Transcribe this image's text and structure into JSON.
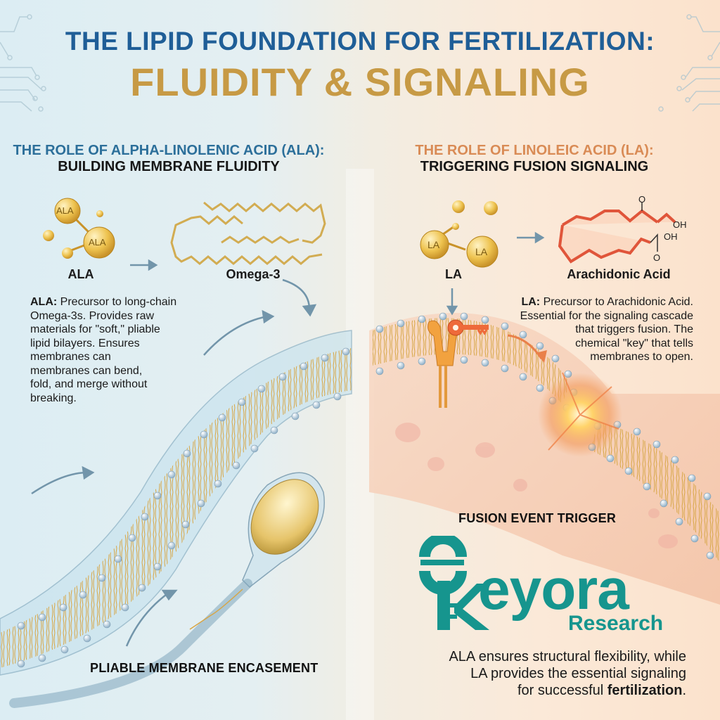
{
  "header": {
    "title_line1": "THE LIPID FOUNDATION FOR FERTILIZATION:",
    "title_line2": "FLUIDITY & SIGNALING"
  },
  "left_section": {
    "heading_line1": "THE ROLE OF ALPHA-LINOLENIC ACID (ALA):",
    "heading_line2": "BUILDING MEMBRANE FLUIDITY",
    "molecule_badge": "ALA",
    "molecule_label": "ALA",
    "product_label": "Omega-3",
    "description_bold": "ALA:",
    "description_lines": [
      "Precursor to long-chain",
      "Omega-3s. Provides raw",
      "materials for \"soft,\" pliable",
      "lipid bilayers. Ensures",
      "membranes can",
      "membranes can bend,",
      "fold, and merge without",
      "breaking."
    ],
    "caption": "PLIABLE MEMBRANE ENCASEMENT"
  },
  "right_section": {
    "heading_line1": "THE ROLE OF LINOLEIC ACID (LA):",
    "heading_line2": "TRIGGERING FUSION SIGNALING",
    "molecule_badge": "LA",
    "molecule_label": "LA",
    "product_label": "Arachidonic Acid",
    "chem_labels": {
      "hydroxyl_top": "OH",
      "hydroxyl_bottom": "OH",
      "oxygen_top": "O",
      "oxygen_bottom": "O"
    },
    "description_bold": "LA:",
    "description_lines": [
      "Precursor to Arachidonic Acid.",
      "Essential for the signaling cascade",
      "that triggers fusion. The",
      "chemical \"key\" that tells",
      "membranes to open."
    ],
    "caption": "FUSION EVENT TRIGGER"
  },
  "brand": {
    "name": "Keyora",
    "name_tail": "eyora",
    "sub": "Research",
    "color": "#16958e"
  },
  "summary": {
    "line1": "ALA ensures structural flexibility, while",
    "line2": "LA provides the essential signaling",
    "line3_prefix": "for successful ",
    "line3_bold": "fertilization",
    "line3_suffix": "."
  },
  "colors": {
    "title_blue": "#1f5e97",
    "title_gold": "#c79a45",
    "left_heading": "#2c6f9a",
    "right_heading": "#d98b55",
    "membrane_head": "#b9cfdf",
    "membrane_tail": "#e2b862",
    "arachidonic": "#e0553a",
    "key": "#ee6a3a"
  }
}
